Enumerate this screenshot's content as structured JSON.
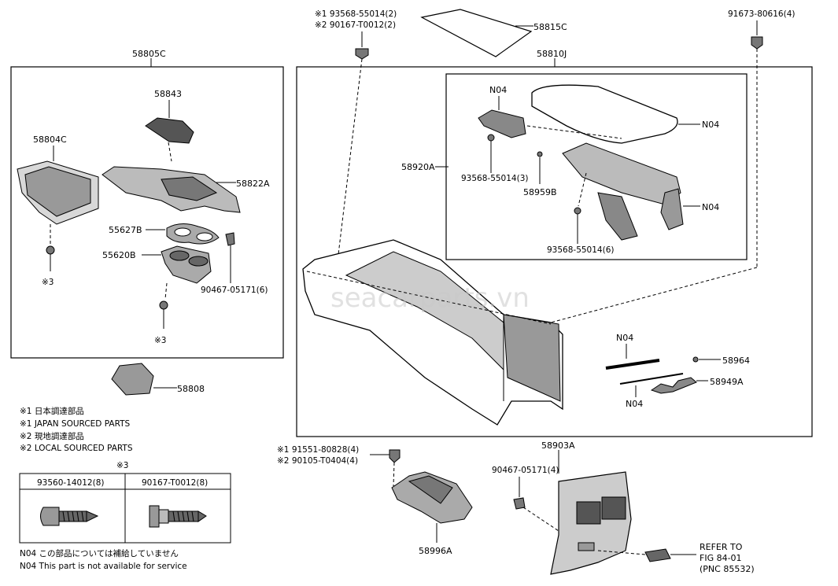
{
  "watermark": "seacarparts.vn",
  "labels": {
    "p58805C": "58805C",
    "p58843": "58843",
    "p58804C": "58804C",
    "p58822A": "58822A",
    "p55627B": "55627B",
    "p55620B": "55620B",
    "p90467_6": "90467-05171(6)",
    "mark3a": "※3",
    "mark3b": "※3",
    "p58808": "58808",
    "top_note1": "※1 93568-55014(2)",
    "top_note2": "※2 90167-T0012(2)",
    "p58815C": "58815C",
    "p91673": "91673-80616(4)",
    "p58810J": "58810J",
    "n04_a": "N04",
    "n04_b": "N04",
    "n04_c": "N04",
    "p58920A": "58920A",
    "p93568_3": "93568-55014(3)",
    "p58959B": "58959B",
    "p93568_6": "93568-55014(6)",
    "n04_d": "N04",
    "p58964": "58964",
    "p58949A": "58949A",
    "n04_e": "N04",
    "p91551": "※1 91551-80828(4)",
    "p90105": "※2 90105-T0404(4)",
    "p58903A": "58903A",
    "p90467_4": "90467-05171(4)",
    "p58996A": "58996A",
    "refer1": "REFER TO",
    "refer2": "FIG 84-01",
    "refer3": "(PNC 85532)"
  },
  "legend": {
    "l1": "※1 日本調達部品",
    "l2": "※1 JAPAN SOURCED PARTS",
    "l3": "※2 現地調達部品",
    "l4": "※2 LOCAL SOURCED PARTS"
  },
  "fastener_table": {
    "title": "※3",
    "col1": "93560-14012(8)",
    "col2": "90167-T0012(8)"
  },
  "footnote": {
    "line1": "N04 この部品については補給していません",
    "line2": "N04 This part is not available for service"
  }
}
